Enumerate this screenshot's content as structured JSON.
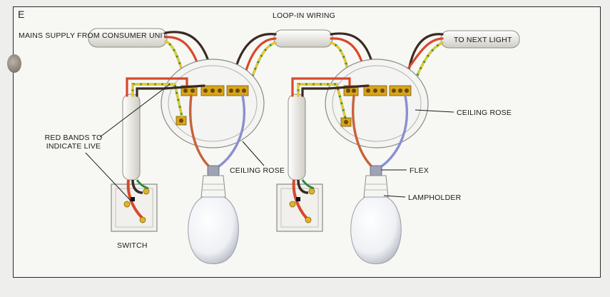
{
  "figure": {
    "letter": "E",
    "title": "LOOP-IN WIRING"
  },
  "labels": {
    "mains": "MAINS SUPPLY FROM CONSUMER UNIT",
    "next_light": "TO NEXT LIGHT",
    "red_bands": "RED BANDS TO INDICATE LIVE",
    "ceiling_rose_1": "CEILING ROSE",
    "ceiling_rose_2": "CEILING ROSE",
    "switch": "SWITCH",
    "flex": "FLEX",
    "lampholder": "LAMPHOLDER"
  },
  "colors": {
    "live": "#d8482c",
    "neutral": "#3a2a22",
    "earth_green": "#2f8a3c",
    "earth_yellow": "#e7c62a",
    "flex_blue": "#8a8fd0",
    "flex_brown": "#c8623a",
    "terminal": "#d9a419",
    "cable_sheath": "#eceae2"
  }
}
